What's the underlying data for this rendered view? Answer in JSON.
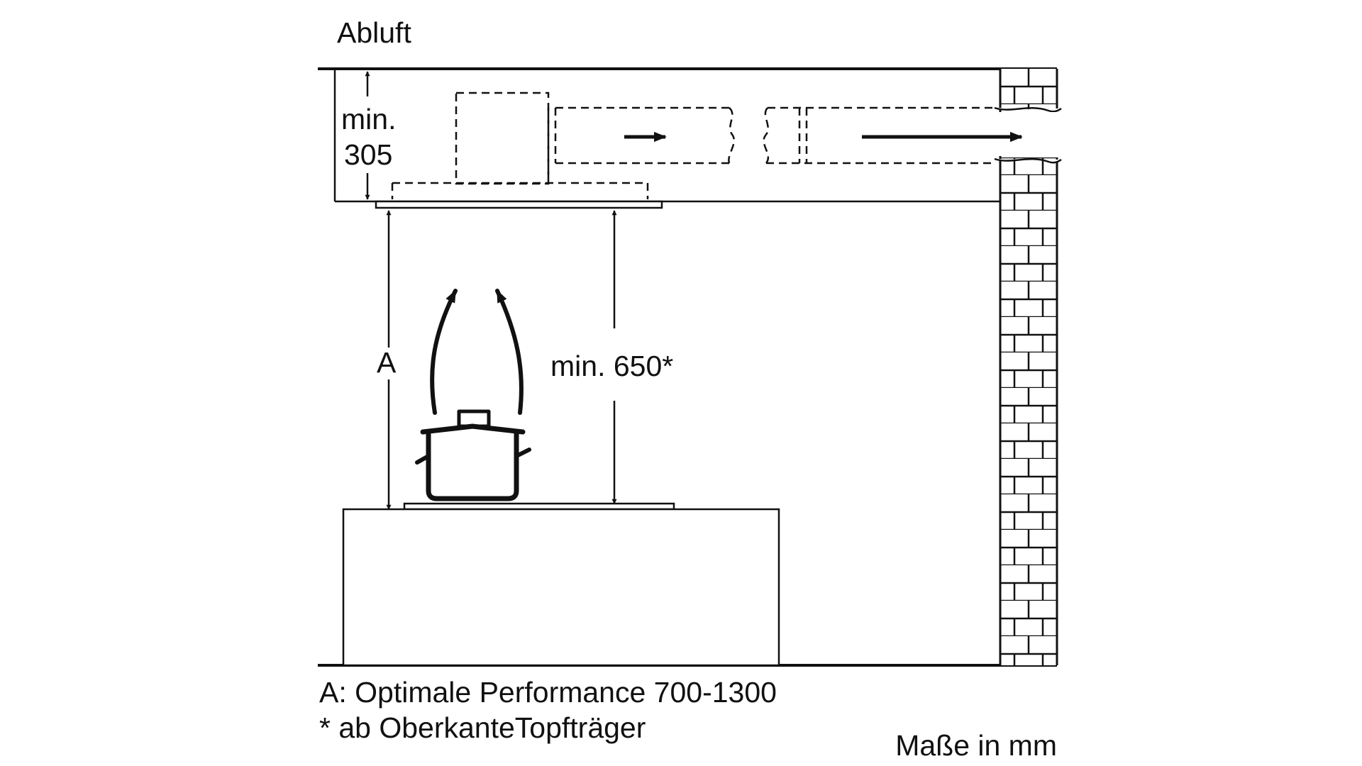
{
  "labels": {
    "heading": "Abluft",
    "clearance_top_line1": "min.",
    "clearance_top_line2": "305",
    "dimension_a": "A",
    "clearance_hob": "min. 650*",
    "note_a": "A: Optimale Performance 700-1300",
    "note_star": "* ab OberkanteTopfträger",
    "units": "Maße in mm"
  },
  "colors": {
    "line": "#111111",
    "background": "#ffffff"
  },
  "icons": {
    "pot": "cooking-pot-icon",
    "steam": "steam-arrows-icon",
    "airflow": "airflow-arrow-icon",
    "wall": "brick-wall-icon"
  }
}
